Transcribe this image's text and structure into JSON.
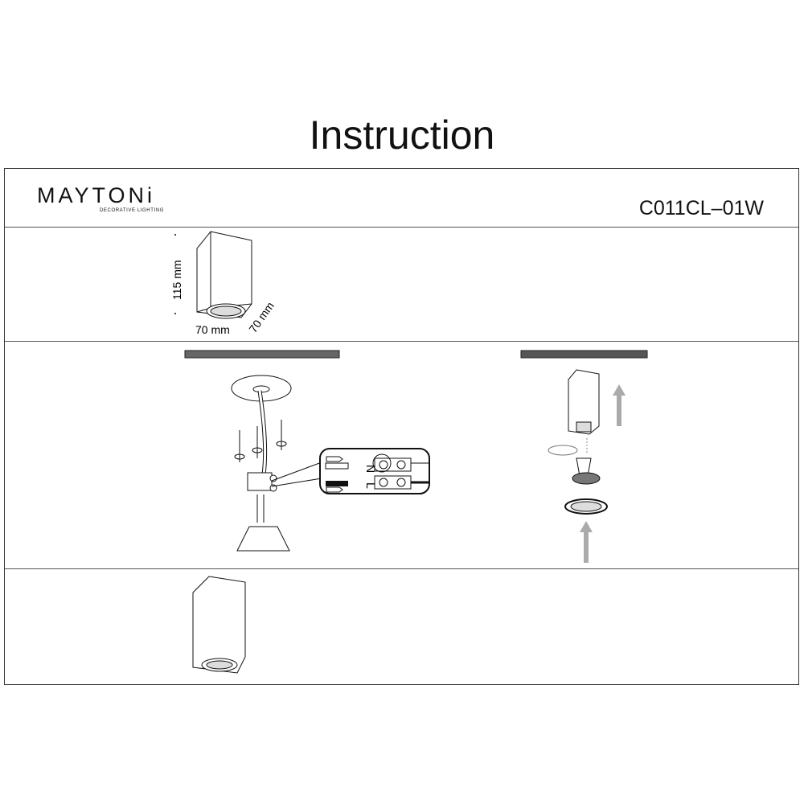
{
  "title": "Instruction",
  "brand": {
    "name": "MAYTONi",
    "tagline": "DECORATIVE LIGHTING"
  },
  "model": "C011CL–01W",
  "dimensions": {
    "height": "115 mm",
    "width": "70 mm",
    "depth": "70 mm"
  },
  "wiring": {
    "neutral": "N",
    "live": "L"
  }
}
